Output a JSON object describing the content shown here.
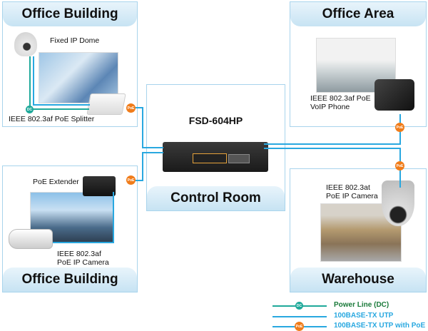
{
  "colors": {
    "poe": "#f07c1a",
    "utp": "#29a8e0",
    "dc": "#1fa99a",
    "panel_border": "#a8d4ec"
  },
  "panels": {
    "top_left": {
      "title": "Office Building",
      "labels": [
        "Fixed IP Dome",
        "IEEE 802.3af PoE Splitter"
      ]
    },
    "top_right": {
      "title": "Office Area",
      "labels": [
        "IEEE 802.3af PoE",
        "VoIP Phone"
      ]
    },
    "center": {
      "title": "Control Room",
      "device": "FSD-604HP"
    },
    "bottom_left": {
      "title": "Office Building",
      "labels": [
        "PoE Extender",
        "IEEE 802.3af",
        "PoE IP Camera"
      ]
    },
    "bottom_right": {
      "title": "Warehouse",
      "labels": [
        "IEEE 802.3at",
        "PoE IP Camera"
      ]
    }
  },
  "badges": {
    "poe": "PoE",
    "dc": "DC"
  },
  "legend": [
    {
      "type": "dc",
      "label": "Power Line (DC)",
      "color": "#1a7a3a"
    },
    {
      "type": "utp",
      "label": "100BASE-TX UTP",
      "color": "#29a8e0"
    },
    {
      "type": "poe",
      "label": "100BASE-TX UTP with PoE",
      "color": "#29a8e0"
    }
  ]
}
